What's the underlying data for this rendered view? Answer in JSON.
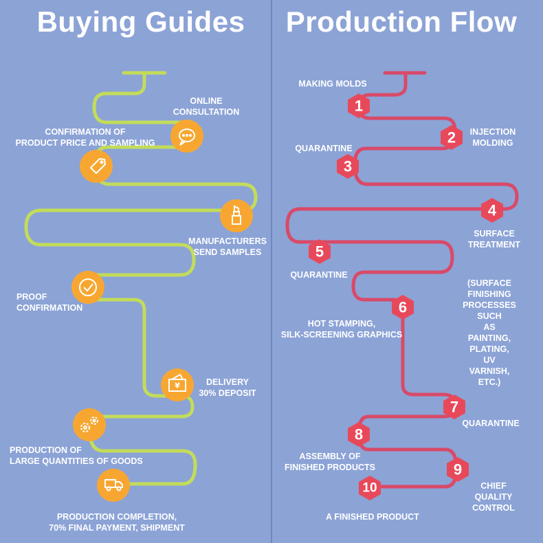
{
  "titles": {
    "buying_guides": "Buying Guides",
    "production_flow": "Production Flow"
  },
  "colors": {
    "background": "#8ca3d6",
    "buying_path": "#c3dc5a",
    "production_path": "#d84a68",
    "buying_marker": "#f7a731",
    "production_marker": "#e8495a"
  },
  "buying_guides": [
    {
      "label": "ONLINE\nCONSULTATION",
      "icon": "chat-bubble-icon"
    },
    {
      "label": "CONFIRMATION OF\nPRODUCT PRICE AND SAMPLING",
      "icon": "price-tag-icon"
    },
    {
      "label": "MANUFACTURERS\nSEND SAMPLES",
      "icon": "lipstick-icon"
    },
    {
      "label": "PROOF\nCONFIRMATION",
      "icon": "check-circle-icon"
    },
    {
      "label": "DELIVERY\n30% DEPOSIT",
      "icon": "yen-wallet-icon"
    },
    {
      "label": "PRODUCTION OF\nLARGE QUANTITIES OF GOODS",
      "icon": "gears-icon"
    },
    {
      "label": "PRODUCTION COMPLETION,\n70% FINAL PAYMENT, SHIPMENT",
      "icon": "truck-icon"
    }
  ],
  "production_flow": [
    {
      "number": "1",
      "label": "MAKING MOLDS"
    },
    {
      "number": "2",
      "label": "INJECTION\nMOLDING"
    },
    {
      "number": "3",
      "label": "QUARANTINE"
    },
    {
      "number": "4",
      "label": "SURFACE\nTREATMENT"
    },
    {
      "number": "5",
      "label": "QUARANTINE"
    },
    {
      "number": "6",
      "label": "HOT STAMPING,\nSILK-SCREENING GRAPHICS"
    },
    {
      "number": "7",
      "label": "QUARANTINE"
    },
    {
      "number": "8",
      "label": "ASSEMBLY OF\nFINISHED PRODUCTS"
    },
    {
      "number": "9",
      "label": "CHIEF QUALITY\nCONTROL"
    },
    {
      "number": "10",
      "label": "A FINISHED PRODUCT"
    }
  ],
  "production_note": "(SURFACE FINISHING\nPROCESSES SUCH\nAS PAINTING, PLATING,\nUV VARNISH, ETC.)"
}
